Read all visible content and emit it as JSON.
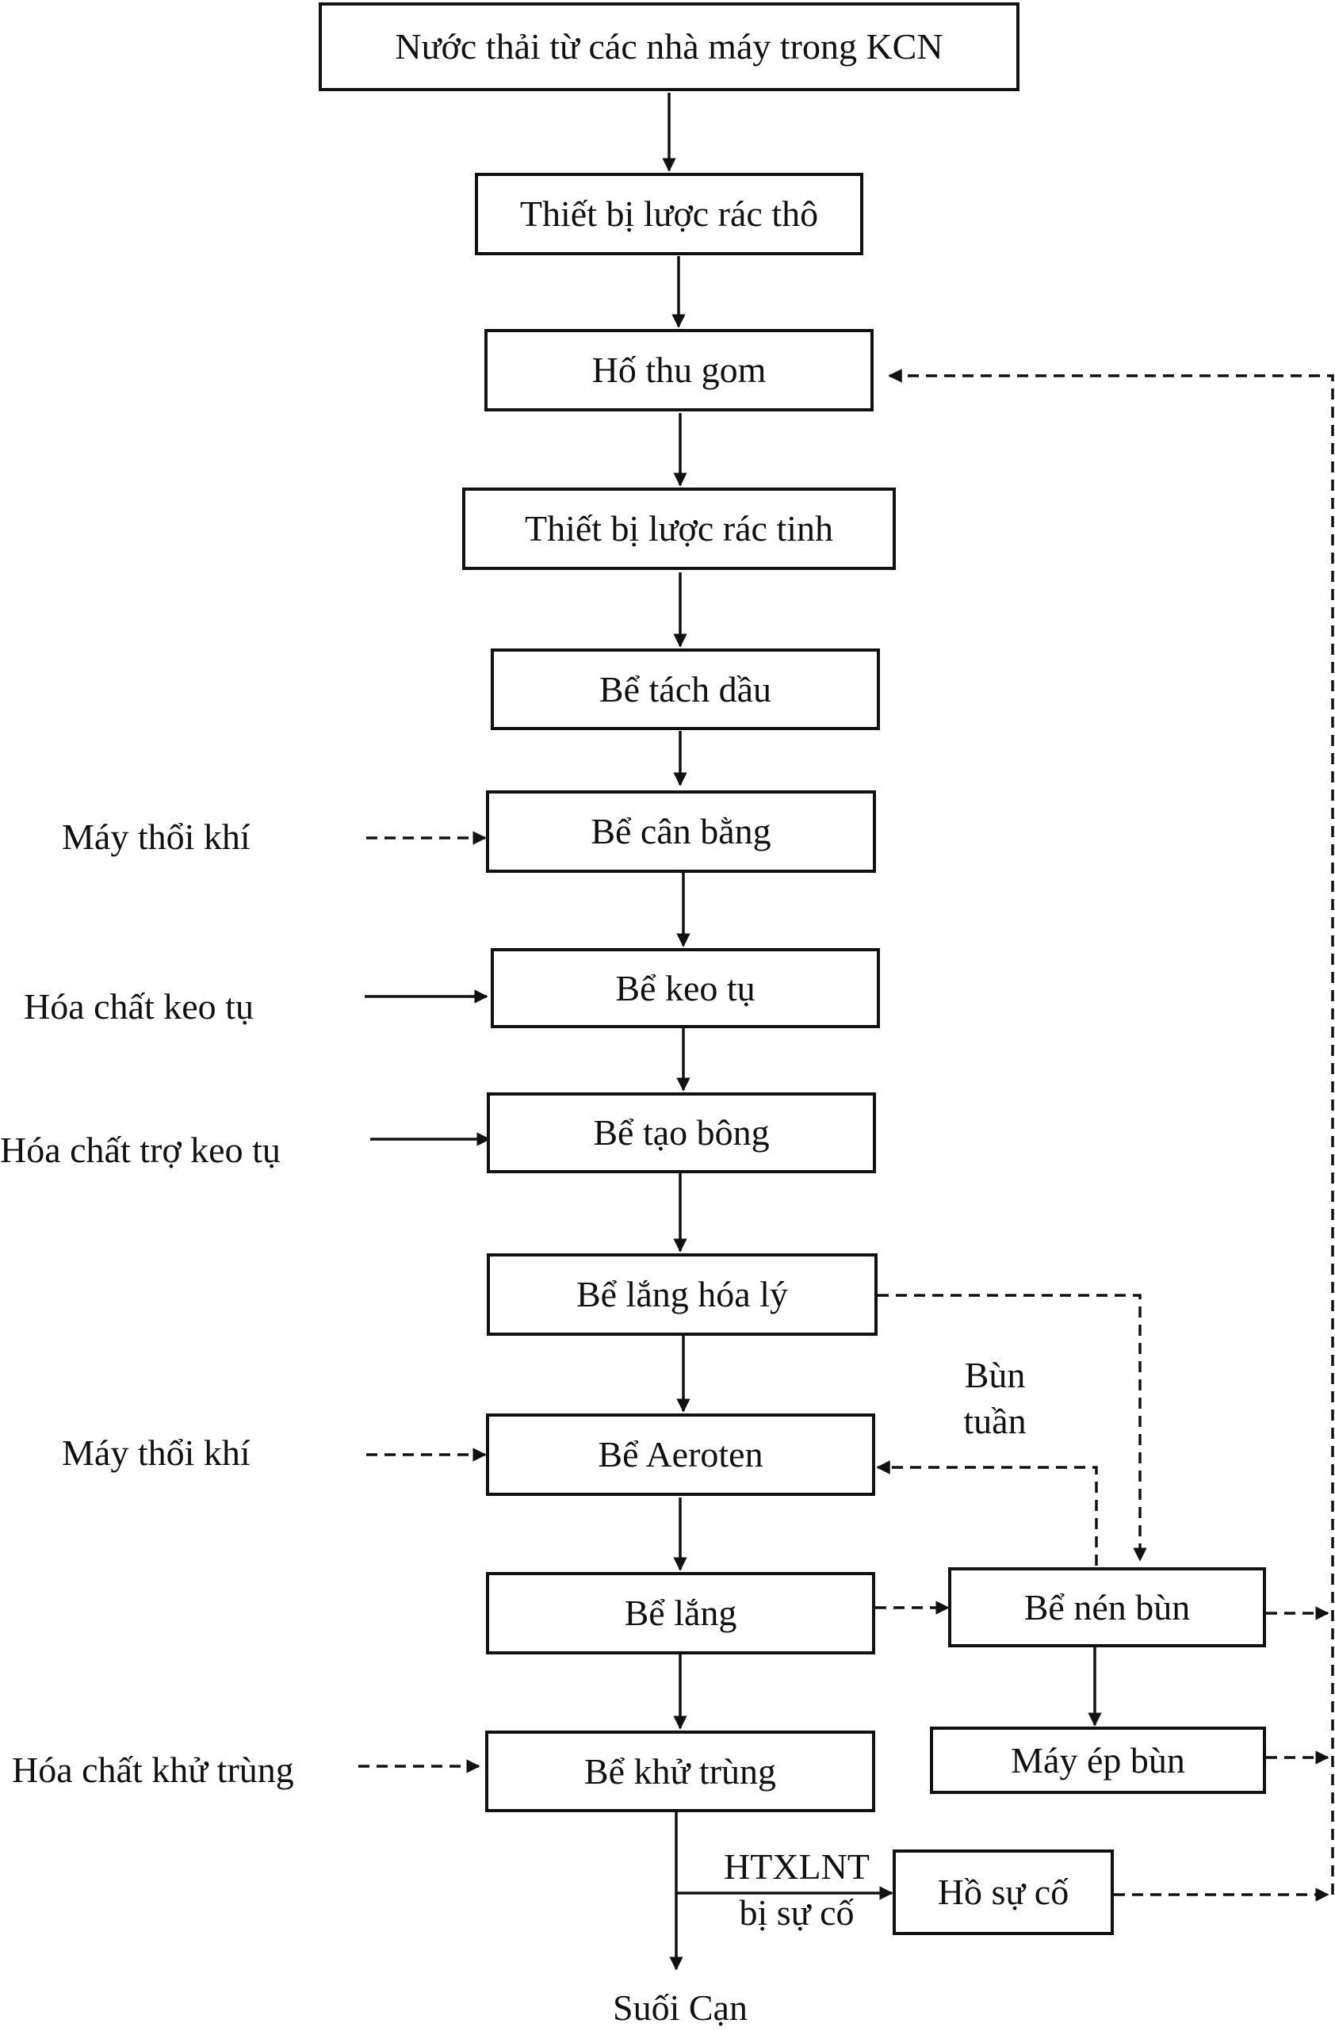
{
  "diagram": {
    "nodes": {
      "source": "Nước thải từ các nhà máy trong KCN",
      "coarse_screen": "Thiết bị lược rác thô",
      "collection_pit": "Hố thu gom",
      "fine_screen": "Thiết bị lược rác tinh",
      "oil_separator": "Bể tách dầu",
      "equalization": "Bể cân bằng",
      "coagulation": "Bể keo tụ",
      "flocculation": "Bể tạo bông",
      "chem_settling": "Bể lắng hóa lý",
      "aerotank": "Bể Aeroten",
      "settling": "Bể lắng",
      "disinfection": "Bể khử trùng",
      "sludge_thickener": "Bể nén bùn",
      "sludge_press": "Máy ép bùn",
      "emergency_pond": "Hồ sự cố"
    },
    "inputs": {
      "blower_1": "Máy thổi khí",
      "coagulant": "Hóa chất keo tụ",
      "coagulant_aid": "Hóa chất trợ keo tụ",
      "blower_2": "Máy thổi khí",
      "disinfectant": "Hóa chất khử trùng"
    },
    "annotations": {
      "sludge_return_1": "Bùn",
      "sludge_return_2": "tuần",
      "failure_1": "HTXLNT",
      "failure_2": "bị sự cố",
      "outlet": "Suối Cạn"
    },
    "colors": {
      "line": "#111111",
      "background": "#ffffff"
    }
  }
}
